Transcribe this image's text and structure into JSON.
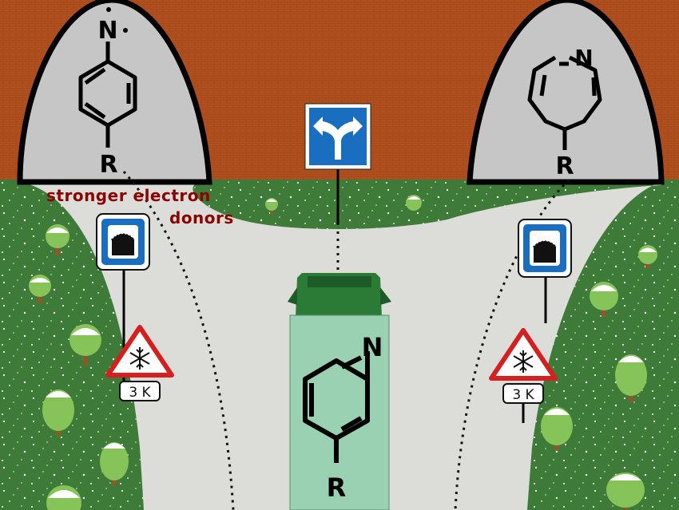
{
  "caption": {
    "line1": "stronger electron",
    "line2": "donors"
  },
  "left_tunnel": {
    "atom": "N",
    "substituent": "R"
  },
  "right_tunnel": {
    "atom": "N",
    "substituent": "R"
  },
  "truck": {
    "atom": "N",
    "substituent": "R"
  },
  "signs": {
    "left_distance": "3 K",
    "right_distance": "3 K",
    "direction_sign": "split-arrow-icon",
    "tunnel_sign": "tunnel-icon",
    "warning_sign": "snowflake-icon"
  },
  "colors": {
    "brick": "#b1501e",
    "grass": "#3e7a38",
    "road": "#dcdcd8",
    "tunnel_gray": "#c6c6c6",
    "sign_blue": "#1a6ec0",
    "truck_cab": "#2b7a36",
    "truck_box": "#9bd1b3",
    "caption_red": "#8b0000"
  }
}
